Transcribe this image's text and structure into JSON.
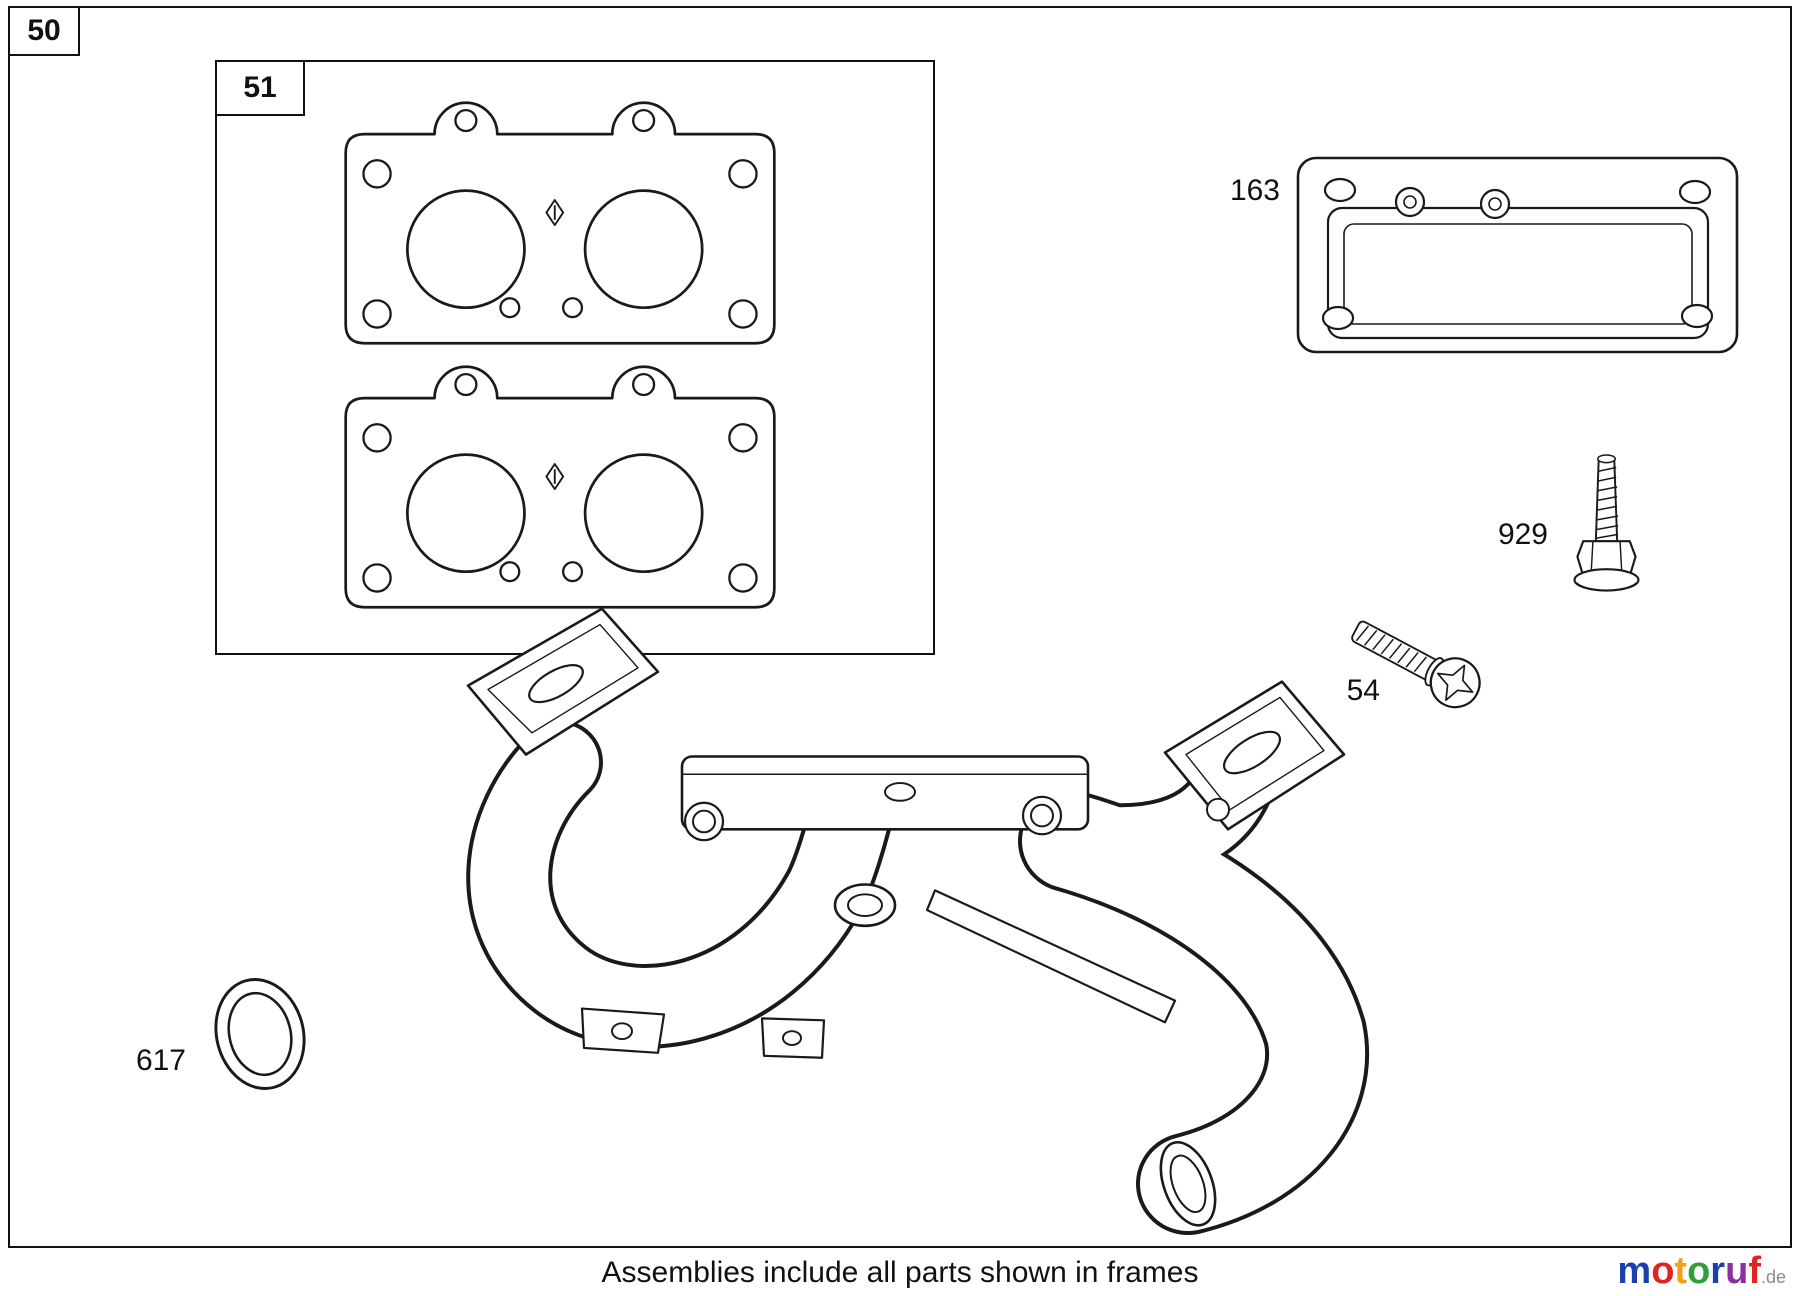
{
  "frames": {
    "outer_label": "50",
    "inner_label": "51"
  },
  "parts": {
    "p163": "163",
    "p929": "929",
    "p54": "54",
    "p617": "617"
  },
  "caption": "Assemblies include all parts shown in frames",
  "logo": {
    "letters": [
      {
        "char": "m",
        "color": "#1b3fae"
      },
      {
        "char": "o",
        "color": "#e02424"
      },
      {
        "char": "t",
        "color": "#f0a11b"
      },
      {
        "char": "o",
        "color": "#2fa13c"
      },
      {
        "char": "r",
        "color": "#1b3fae"
      },
      {
        "char": "u",
        "color": "#8a2ea0"
      },
      {
        "char": "f",
        "color": "#e02424"
      }
    ],
    "suffix": ".de",
    "suffix_color": "#8a8a8a"
  },
  "line_color": "#1a1a1a"
}
